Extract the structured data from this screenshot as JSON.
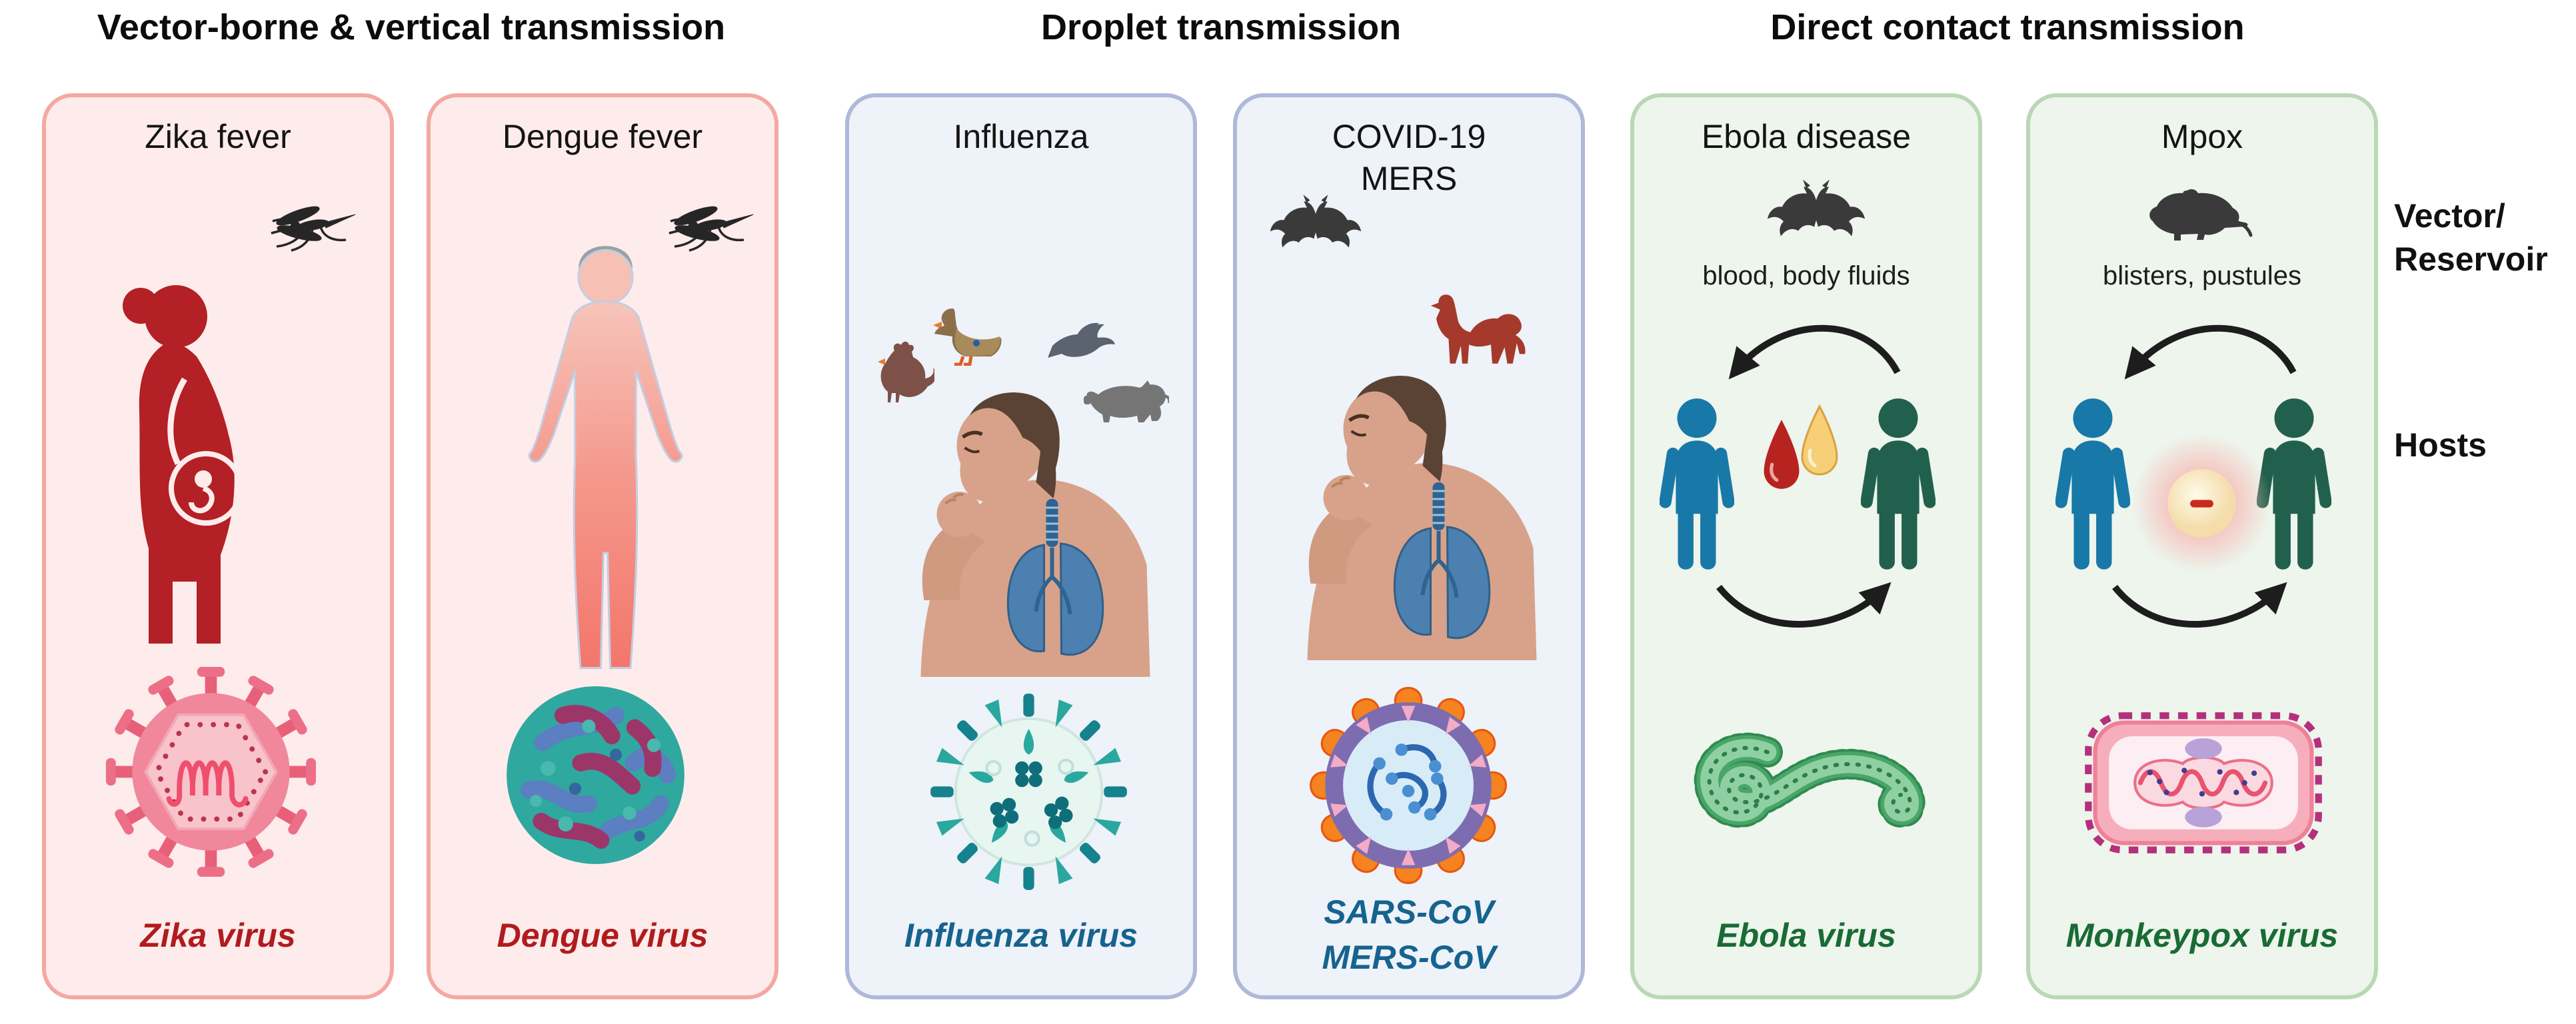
{
  "sections": [
    {
      "title": "Vector-borne & vertical transmission"
    },
    {
      "title": "Droplet transmission"
    },
    {
      "title": "Direct contact transmission"
    }
  ],
  "panels": [
    {
      "disease": "Zika fever",
      "virus": "Zika virus",
      "icons": [
        "mosquito-icon",
        "pregnant-woman-icon",
        "zika-virus-icon"
      ]
    },
    {
      "disease": "Dengue fever",
      "virus": "Dengue virus",
      "icons": [
        "mosquito-icon",
        "human-body-icon",
        "dengue-virus-icon"
      ]
    },
    {
      "disease": "Influenza",
      "virus": "Influenza virus",
      "icons": [
        "chicken-icon",
        "duck-icon",
        "wild-bird-icon",
        "pig-icon",
        "coughing-man-icon",
        "influenza-virus-icon"
      ]
    },
    {
      "disease_line1": "COVID-19",
      "disease_line2": "MERS",
      "virus_line1": "SARS-CoV",
      "virus_line2": "MERS-CoV",
      "icons": [
        "bat-icon",
        "camel-icon",
        "coughing-man-icon",
        "coronavirus-icon"
      ]
    },
    {
      "disease": "Ebola disease",
      "transmission": "blood, body fluids",
      "virus": "Ebola virus",
      "icons": [
        "bat-icon",
        "transmission-arrow-icon",
        "person-icon",
        "blood-droplet-icon",
        "body-fluid-droplet-icon",
        "ebola-virus-icon"
      ]
    },
    {
      "disease": "Mpox",
      "transmission": "blisters, pustules",
      "virus": "Monkeypox virus",
      "icons": [
        "rodent-icon",
        "transmission-arrow-icon",
        "person-icon",
        "pustule-icon",
        "monkeypox-virus-icon"
      ]
    }
  ],
  "side_labels": {
    "vector_line1": "Vector/",
    "vector_line2": "Reservoir",
    "hosts": "Hosts"
  },
  "colors": {
    "heading": "#0c0c0c",
    "panel-pink-bg": "#fdeceb",
    "panel-pink-border": "#f4a8a2",
    "panel-blue-bg": "#eef2f9",
    "panel-blue-border": "#aeb9d9",
    "panel-green-bg": "#edf5ec",
    "panel-green-border": "#b9d8b4",
    "label-red": "#b11b1e",
    "label-blue": "#16638e",
    "label-green": "#186b34",
    "person-blue": "#1878a8",
    "person-green": "#21604d",
    "silhouette": "#3a3a3a",
    "camel": "#a5392c",
    "arrow": "#1d1d1d",
    "zika-figure": "#b32025"
  }
}
